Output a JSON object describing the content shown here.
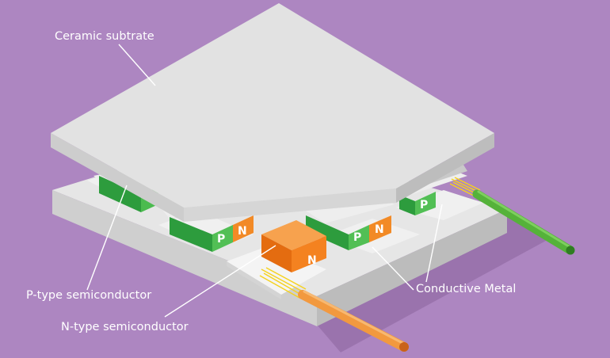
{
  "labels": {
    "ceramic_substrate": "Ceramic subtrate",
    "p_type": "P-type semiconductor",
    "n_type": "N-type semiconductor",
    "conductive_metal": "Conductive Metal"
  },
  "pellet_letters": {
    "p": "P",
    "n": "N"
  },
  "colors": {
    "background": "#ad86c1",
    "ceramic": "#e2e2e2",
    "p_type": "#35a745",
    "n_type": "#f07c1a",
    "metal_pad": "#efefef",
    "wire_positive": "#5aba3e",
    "wire_negative": "#f2993f",
    "wire_strands": "#f5d21e"
  }
}
